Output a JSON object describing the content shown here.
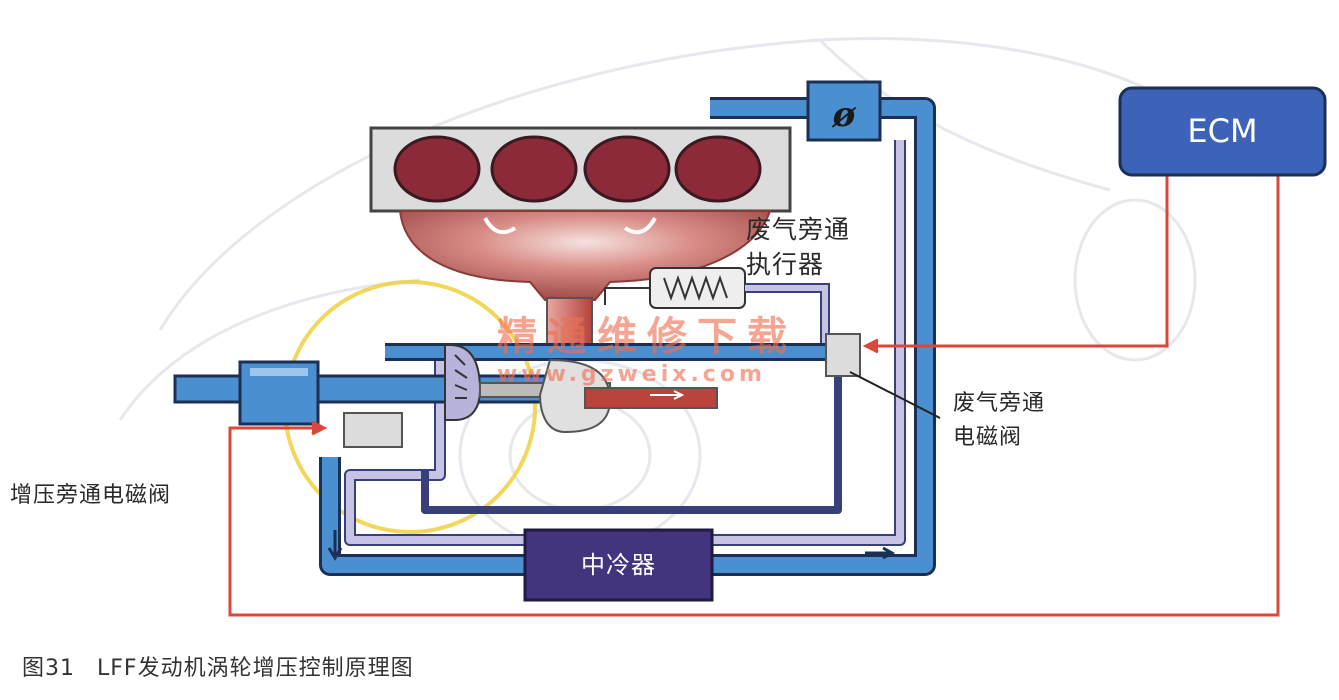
{
  "labels": {
    "ecm": "ECM",
    "intercooler": "中冷器",
    "wastegate_actuator_line1": "废气旁通",
    "wastegate_actuator_line2": "执行器",
    "wastegate_solenoid_line1": "废气旁通",
    "wastegate_solenoid_line2": "电磁阀",
    "boost_bypass_solenoid": "增压旁通电磁阀",
    "throttle_symbol": "ø"
  },
  "caption": {
    "number": "图31",
    "text": "LFF发动机涡轮增压控制原理图"
  },
  "watermark": {
    "cn": "精通维修下载",
    "url": "www.gzweix.com"
  },
  "colors": {
    "pipe_blue": "#4a8fd0",
    "pipe_lavender": "#b7b3da",
    "pipe_navy": "#38407a",
    "cylinder_red": "#8c2a3a",
    "manifold_red": "#b45a55",
    "ecm_fill": "#3d63b8",
    "intercooler_fill": "#44337e",
    "signal_red": "#d9483a",
    "boost_circle": "#f0d040",
    "watermark": "#ef6e50"
  }
}
